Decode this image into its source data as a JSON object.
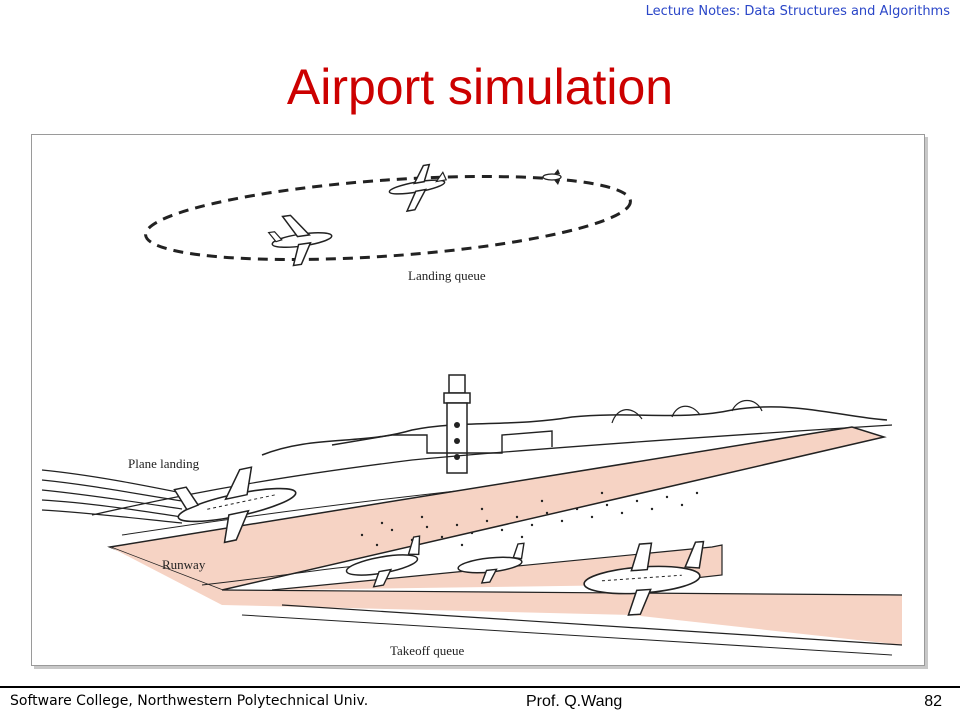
{
  "header": {
    "note": "Lecture Notes: Data Structures and Algorithms"
  },
  "slide": {
    "title": "Airport simulation"
  },
  "figure": {
    "labels": {
      "landing_queue": "Landing queue",
      "plane_landing": "Plane landing",
      "runway": "Runway",
      "takeoff_queue": "Takeoff queue"
    },
    "colors": {
      "runway": "#f6d3c4",
      "ink": "#222222",
      "frame": "#9a9a9a"
    }
  },
  "footer": {
    "left": "Software College, Northwestern Polytechnical Univ.",
    "center": "Prof. Q.Wang",
    "page_number": "82"
  }
}
